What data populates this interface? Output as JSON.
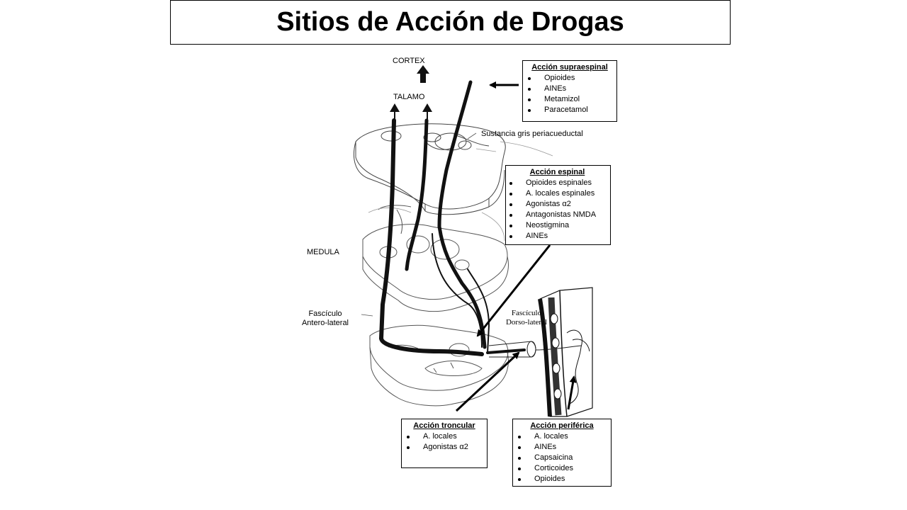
{
  "title": "Sitios de Acción de Drogas",
  "labels": {
    "cortex": "CORTEX",
    "talamo": "TALAMO",
    "sustancia": "Sustancia gris periacueductal",
    "medula": "MEDULA",
    "fasciculo_antero_1": "Fascículo",
    "fasciculo_antero_2": "Antero-lateral",
    "fasciculo_dorso_1": "Fascículo",
    "fasciculo_dorso_2": "Dorso-lateral"
  },
  "boxes": {
    "supraespinal": {
      "title": "Acción supraespinal",
      "items": [
        "Opioides",
        "AINEs",
        "Metamizol",
        "Paracetamol"
      ]
    },
    "espinal": {
      "title": "Acción espinal",
      "items": [
        "Opioides espinales",
        "A. locales espinales",
        "Agonistas α2",
        "Antagonistas NMDA",
        "Neostigmina",
        "AINEs"
      ]
    },
    "troncular": {
      "title": "Acción troncular",
      "items": [
        "A. locales",
        "Agonistas α2"
      ]
    },
    "periferica": {
      "title": "Acción periférica",
      "items": [
        "A. locales",
        "AINEs",
        "Capsaicina",
        "Corticoides",
        "Opioides"
      ]
    }
  }
}
